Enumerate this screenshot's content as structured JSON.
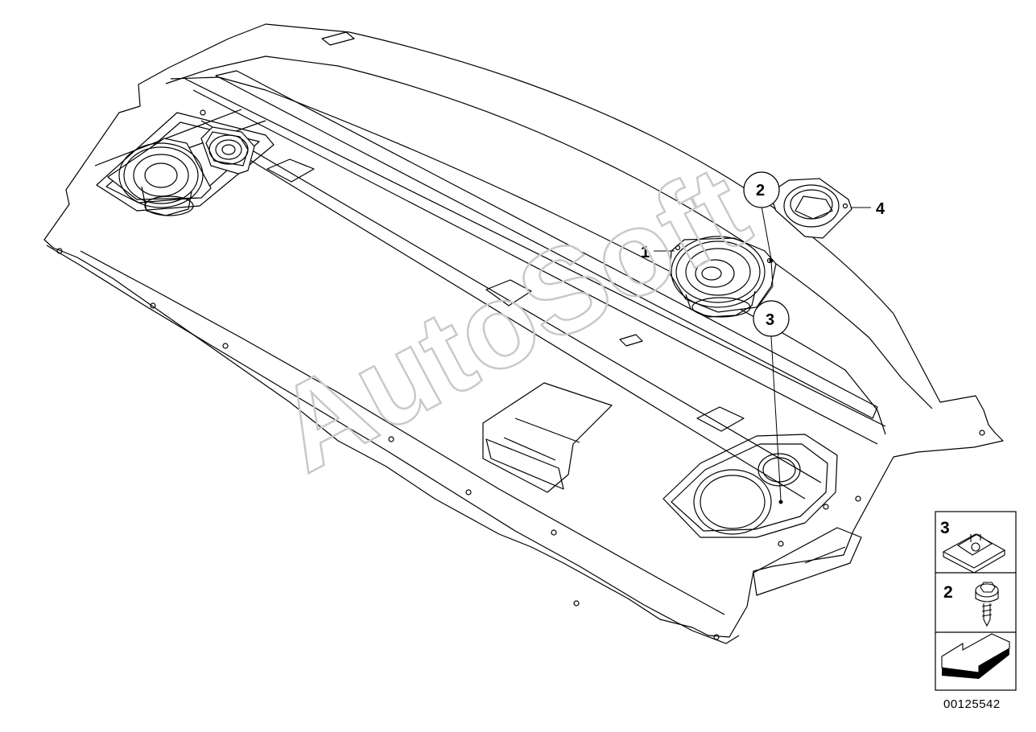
{
  "callouts": {
    "c1": "1",
    "c2": "2",
    "c3": "3",
    "c4": "4"
  },
  "legend": {
    "item_3": "3",
    "item_2": "2"
  },
  "diagram_code": "00125542",
  "watermark": "AutoSoft",
  "icons": [
    "parcel-shelf",
    "speaker-left",
    "tweeter-left",
    "speaker-right",
    "tweeter-right",
    "clip-nut-icon",
    "screw-icon",
    "arrow-icon"
  ]
}
